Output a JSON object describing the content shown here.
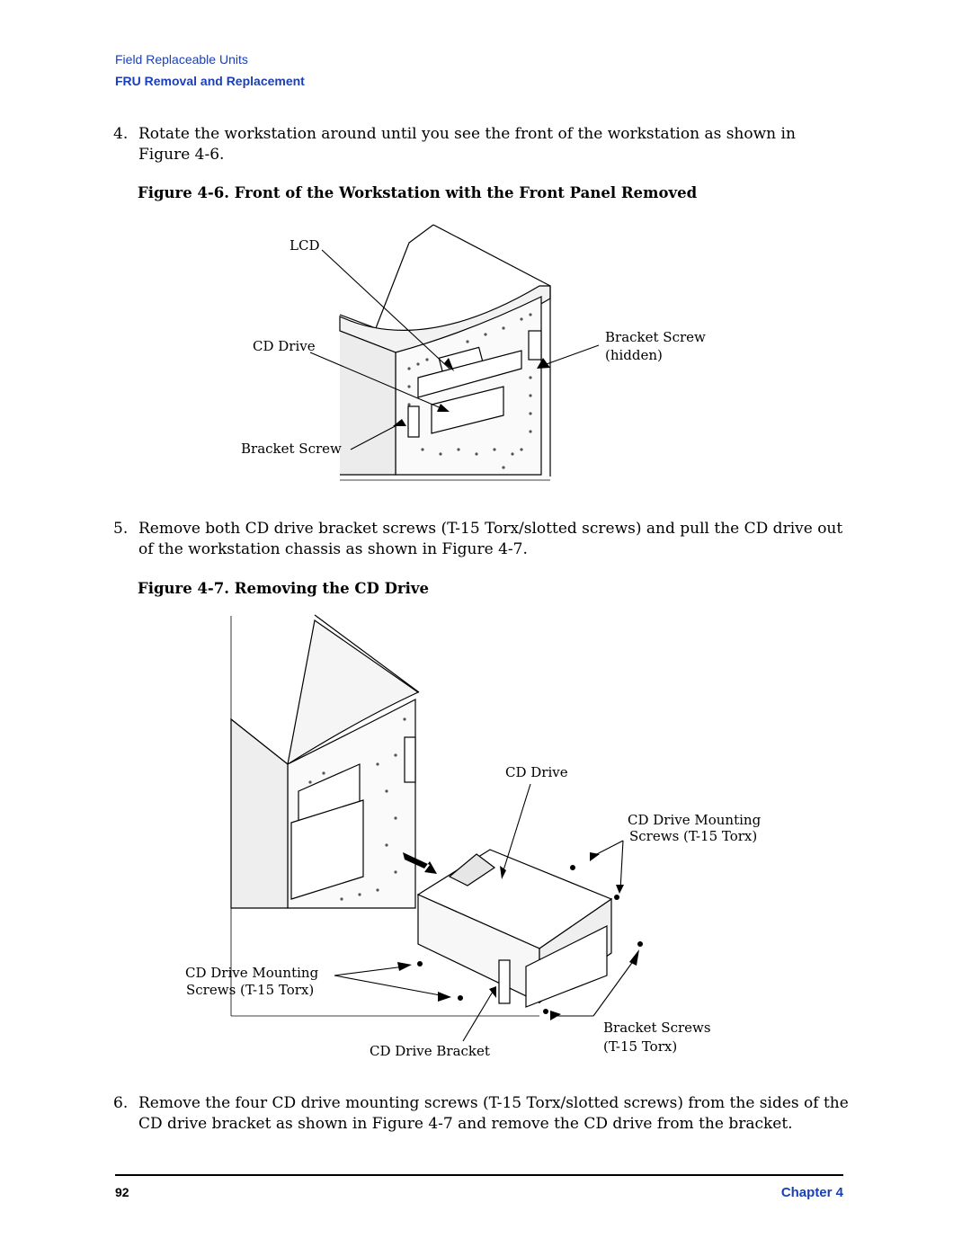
{
  "header": {
    "section": "Field Replaceable Units",
    "subsection": "FRU Removal and Replacement"
  },
  "steps": [
    {
      "num": "4.",
      "text": "Rotate the workstation around until you see the front of the workstation as shown in Figure 4-6."
    },
    {
      "num": "5.",
      "text": "Remove both CD drive bracket screws (T-15 Torx/slotted screws) and pull the CD drive out of the workstation chassis as shown in Figure 4-7."
    },
    {
      "num": "6.",
      "text": "Remove the four CD drive mounting screws (T-15 Torx/slotted screws) from the sides of the CD drive bracket as shown in Figure 4-7 and remove the CD drive from the bracket."
    }
  ],
  "figures": [
    {
      "caption": "Figure 4-6. Front of the Workstation with the Front Panel Removed",
      "labels": {
        "lcd": "LCD",
        "cd_drive": "CD Drive",
        "bracket_screw_hidden_1": "Bracket Screw",
        "bracket_screw_hidden_2": "(hidden)",
        "bracket_screw": "Bracket Screw"
      }
    },
    {
      "caption": "Figure 4-7. Removing the CD Drive",
      "labels": {
        "cd_drive": "CD Drive",
        "mount_right_1": "CD Drive Mounting",
        "mount_right_2": "Screws (T-15 Torx)",
        "mount_left_1": "CD Drive Mounting",
        "mount_left_2": "Screws (T-15 Torx)",
        "bracket_screws_1": "Bracket Screws",
        "bracket_screws_2": "(T-15 Torx)",
        "cd_drive_bracket": "CD Drive Bracket"
      }
    }
  ],
  "footer": {
    "page_number": "92",
    "chapter": "Chapter 4"
  }
}
